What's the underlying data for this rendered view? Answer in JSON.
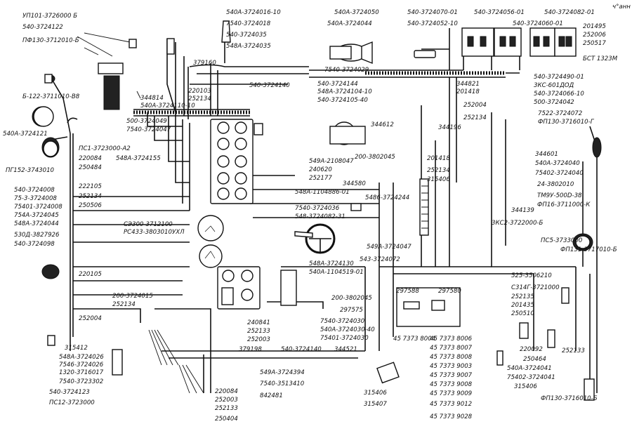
{
  "corner_mark": "ч°анн",
  "labels": {
    "l0": "УП101-3726000 Б",
    "l1": "540-3724122",
    "l2": "ПФ130-3712010-Б",
    "l3": "Б-122-3711010-В8",
    "l4": "540А-3724121",
    "l5": "ПС1-3723000-А2",
    "l6": "ПГ152-3743010",
    "l7": "220084",
    "l8": "250484",
    "l9": "548А-3724155",
    "l10": "222105",
    "l11": "252134",
    "l12": "250506",
    "l13": "540-3724008",
    "l14": "75-3-3724008",
    "l15": "75401-3724008",
    "l16": "754А-3724045",
    "l17": "548А-3724044",
    "l18": "530Д-3827926",
    "l19": "540-3724098",
    "l20": "220105",
    "l21": "252134",
    "l22": "252004",
    "l23": "200-3724015",
    "l24": "315412",
    "l25": "548А-3724026",
    "l26": "7546-3724026",
    "l27": "1320-3716017",
    "l28": "7540-3723302",
    "l29": "540-3724123",
    "l30": "ПС12-3723000",
    "l31": "540А-3724016-10",
    "l32": "7540-3724018",
    "l33": "540-3724035",
    "l34": "548А-3724035",
    "l35": "379160",
    "l36": "220103",
    "l37": "252134",
    "l38": "344814",
    "l39": "540А-3724110-10",
    "l40": "500-3724049",
    "l41": "7540-3724047",
    "l42": "540-3724140",
    "l43": "540А-3724050",
    "l44": "540А-3724044",
    "l45": "7540-3724029",
    "l46": "540-3724144",
    "l47": "548А-3724104-10",
    "l48": "540-3724105-40",
    "l49": "344821",
    "l50": "201418",
    "l51": "540-3724070-01",
    "l52": "540-3724052-10",
    "l53": "540-3724056-01",
    "l54": "540-3724060-01",
    "l55": "540-3724082-01",
    "l56": "201495",
    "l57": "252006",
    "l58": "250517",
    "l59": "БСТ 1323М",
    "l60": "540-3724490-01",
    "l61": "3КС-601ДОД",
    "l62": "540-3724066-10",
    "l63": "500-3724042",
    "l64": "252004",
    "l65": "252134",
    "l66": "344196",
    "l67": "344612",
    "l68": "549А-2108047",
    "l69": "240620",
    "l70": "252177",
    "l71": "200-3802045",
    "l72": "344580",
    "l73": "548А-1104886-01",
    "l74": "5486-3724244",
    "l75": "7540-3724036",
    "l76": "548-3724082-31",
    "l77": "СЭ300-3712100",
    "l78": "РС433-3803010УХЛ",
    "l79": "549А-3724047",
    "l80": "543-3724072",
    "l81": "548А-3724130",
    "l82": "540А-1104519-01",
    "l83": "200-3802045",
    "l84": "297588",
    "l85": "297580",
    "l86": "297575",
    "l87": "7540-3724030",
    "l88": "540А-3724030-40",
    "l89": "75401-3724030",
    "l90": "240841",
    "l91": "252133",
    "l92": "252003",
    "l93": "379198",
    "l94": "540-3724140",
    "l95": "344521",
    "l96": "549А-3724394",
    "l97": "7540-3513410",
    "l98": "842481",
    "l99": "220084",
    "l100": "252003",
    "l101": "252133",
    "l102": "250404",
    "l103": "315406",
    "l104": "315407",
    "l105": "45 7373 8004",
    "l106": "45 7373 8006",
    "l107": "45 7373 8007",
    "l108": "45 7373 8008",
    "l109": "45 7373 9003",
    "l110": "45 7373 9007",
    "l111": "45 7373 9008",
    "l112": "45 7373 9009",
    "l113": "45 7373 9012",
    "l114": "45 7373 9028",
    "l115": "201418",
    "l116": "252134",
    "l117": "315406",
    "l118": "7522-3724072",
    "l119": "ФП130-3716010-Г",
    "l120": "344601",
    "l121": "540А-3724040",
    "l122": "75402-3724040",
    "l123": "24-3802010",
    "l124": "ТМ9У-500D-38",
    "l125": "ФП16-3711000-К",
    "l126": "3КС2-3722000-Б",
    "l127": "344139",
    "l128": "ПС5-3733000",
    "l129": "ФП131-3717010-Б",
    "l130": "525-3506210",
    "l131": "С314Г-3721000",
    "l132": "252135",
    "l133": "201435",
    "l134": "250510",
    "l135": "220092",
    "l136": "250464",
    "l137": "252133",
    "l138": "540А-3724041",
    "l139": "75402-3724041",
    "l140": "315406",
    "l141": "ФП130-3716010-Б"
  }
}
